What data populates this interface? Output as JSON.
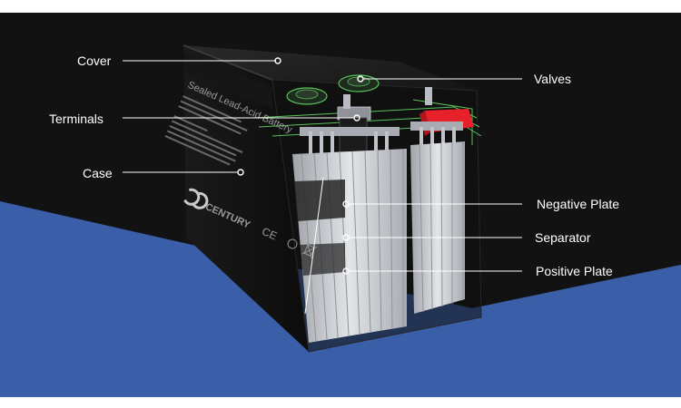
{
  "figure": {
    "colors": {
      "frame": "#ffffff",
      "background_dark": "#121212",
      "background_blue": "#3a5fa8",
      "leader_line": "#ffffff",
      "terminal_red": "#e8202a",
      "vent_green": "#58c25a",
      "plate_gray": "#c9ccd1"
    },
    "labels": {
      "cover": "Cover",
      "terminals": "Terminals",
      "case": "Case",
      "valves": "Valves",
      "negative_plate": "Negative Plate",
      "separator": "Separator",
      "positive_plate": "Positive Plate"
    },
    "battery_print": {
      "title": "Sealed Lead-Acid Battery",
      "brand": "CENTURY",
      "ce_mark": "CE"
    }
  }
}
